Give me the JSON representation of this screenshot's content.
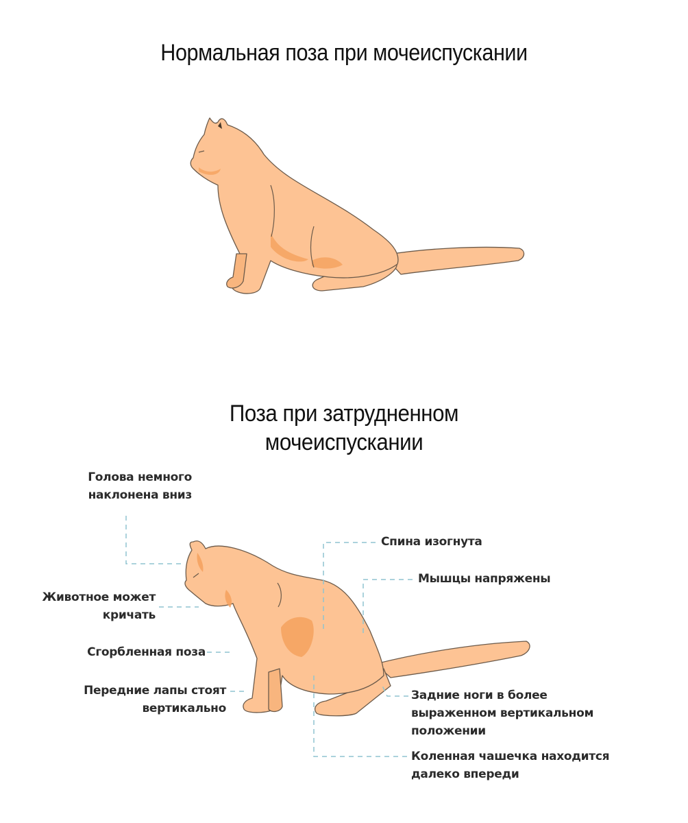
{
  "diagram": {
    "normal": {
      "title": "Нормальная поза при мочеиспускании",
      "illustration": "cat-normal-urination-pose-icon"
    },
    "difficult": {
      "title_line1": "Поза при затрудненном",
      "title_line2": "мочеиспускании",
      "illustration": "cat-difficult-urination-pose-icon",
      "annotations": [
        {
          "id": "head",
          "line1": "Голова немного",
          "line2": "наклонена вниз"
        },
        {
          "id": "cry",
          "line1": "Животное может",
          "line2": "кричать"
        },
        {
          "id": "hunched",
          "line1": "Сгорбленная поза"
        },
        {
          "id": "front-paws",
          "line1": "Передние лапы стоят",
          "line2": "вертикально"
        },
        {
          "id": "back",
          "line1": "Спина изогнута"
        },
        {
          "id": "muscles",
          "line1": "Мышцы напряжены"
        },
        {
          "id": "hind-legs",
          "line1": "Задние ноги в более",
          "line2": "выраженном вертикальном",
          "line3": "положении"
        },
        {
          "id": "kneecap",
          "line1": "Коленная чашечка находится",
          "line2": "далеко впереди"
        }
      ]
    },
    "colors": {
      "fur": "#FDC394",
      "fur_shade": "#F5A25E",
      "outline": "#6b5a4a",
      "leader_line": "#8fc4d0",
      "text": "#2b2b2b"
    }
  }
}
